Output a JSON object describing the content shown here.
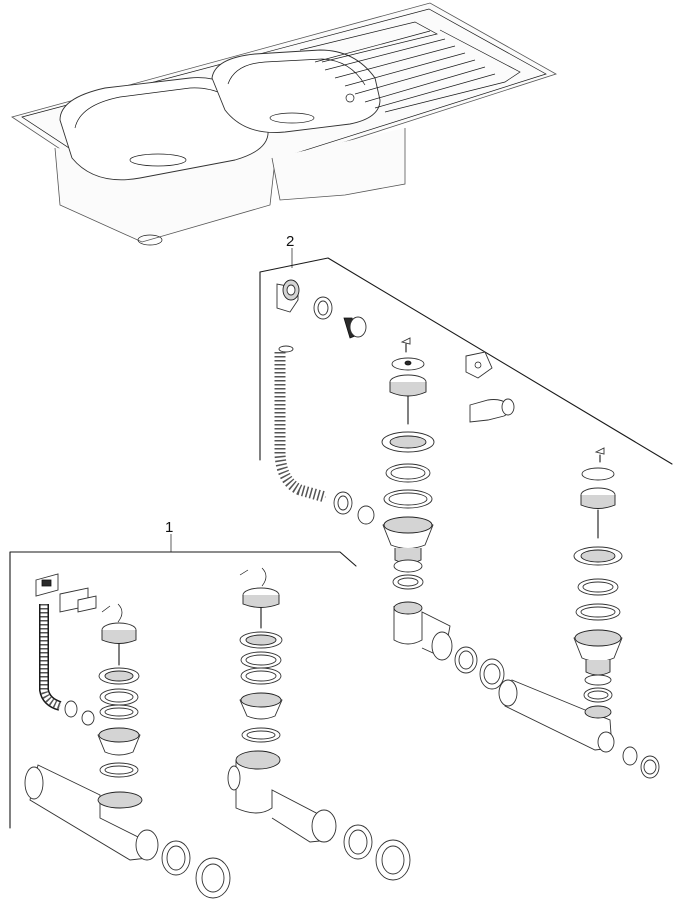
{
  "callouts": {
    "set_1": "1",
    "set_2": "2"
  },
  "colors": {
    "line": "#1a1a1a",
    "part_fill": "#d4d4d4",
    "dark_part": "#2a2a2a"
  },
  "icons": [
    "double-sink-with-drainboard",
    "drain-fittings-exploded-view"
  ]
}
